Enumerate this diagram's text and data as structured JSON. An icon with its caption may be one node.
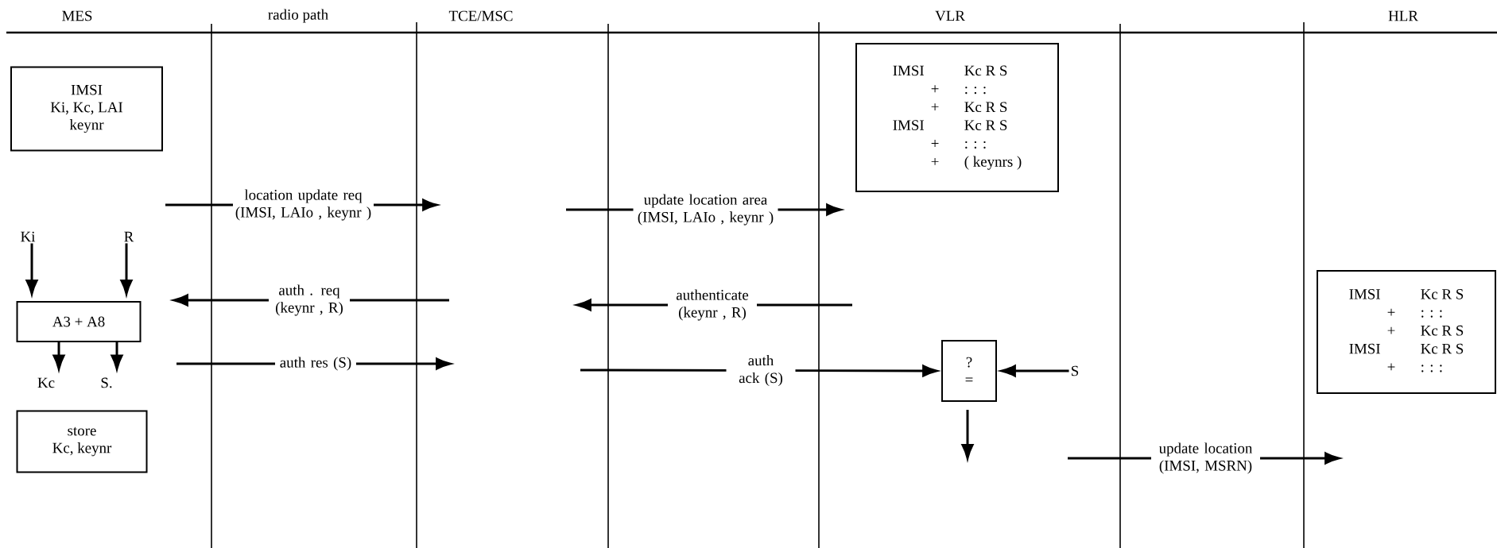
{
  "diagram": {
    "nodes": [
      {
        "text": [
          "IMSI",
          "Ki, Kc, LAI",
          "keynr"
        ]
      },
      {
        "text": [
          "Ki"
        ]
      },
      {
        "text": [
          "R"
        ]
      },
      {
        "text": [
          "A3 + A8"
        ]
      },
      {
        "text": [
          "Kc"
        ]
      },
      {
        "text": [
          "S."
        ]
      },
      {
        "text": [
          "store",
          "Kc, keynr"
        ]
      },
      {
        "text": [
          "IMSI",
          "Kc R S",
          "+",
          ": : :",
          "+",
          "Kc R S",
          "IMSI",
          "Kc R S",
          "+",
          ": : :",
          "+",
          "( keynrs )"
        ]
      },
      {
        "text": [
          "IMSI",
          "Kc R S",
          "+",
          ": : :",
          "+",
          "Kc R S",
          "IMSI",
          "Kc R S",
          "+",
          ": : :"
        ]
      },
      {
        "text": [
          "?",
          "="
        ]
      },
      {
        "text": [
          "S"
        ]
      }
    ],
    "edges": [
      {
        "from": 1,
        "to": 3,
        "arrow": "to"
      },
      {
        "from": 2,
        "to": 3,
        "arrow": "to"
      },
      {
        "from": 3,
        "to": 4,
        "arrow": "to"
      },
      {
        "from": 3,
        "to": 5,
        "arrow": "to"
      },
      {
        "from": null,
        "to": 9,
        "arrow": "to",
        "label": "auth ack (S)"
      },
      {
        "from": 10,
        "to": 9,
        "arrow": "to"
      },
      {
        "from": 9,
        "to": null,
        "arrow": "to"
      }
    ],
    "labels": [
      "MES",
      "radio path",
      "TCE/MSC",
      "VLR",
      "HLR",
      "location update req (IMSI, LAIo , keynr )",
      "update location area (IMSI, LAIo , keynr )",
      "auth . req (keynr , R)",
      "authenticate (keynr , R)",
      "auth res (S)",
      "update location (IMSI, MSRN)"
    ]
  }
}
